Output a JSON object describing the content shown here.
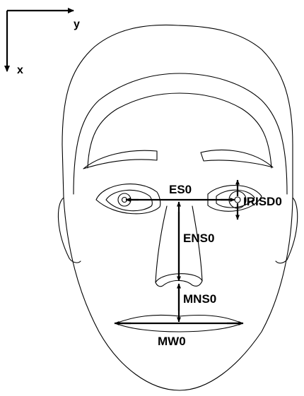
{
  "axes": {
    "horizontal_label": "y",
    "vertical_label": "x"
  },
  "labels": {
    "eye_separation": "ES0",
    "eye_nose_separation": "ENS0",
    "mouth_nose_separation": "MNS0",
    "mouth_width": "MW0",
    "iris_diameter": "IRISD0"
  },
  "colors": {
    "ink": "#000000",
    "background": "#ffffff"
  }
}
